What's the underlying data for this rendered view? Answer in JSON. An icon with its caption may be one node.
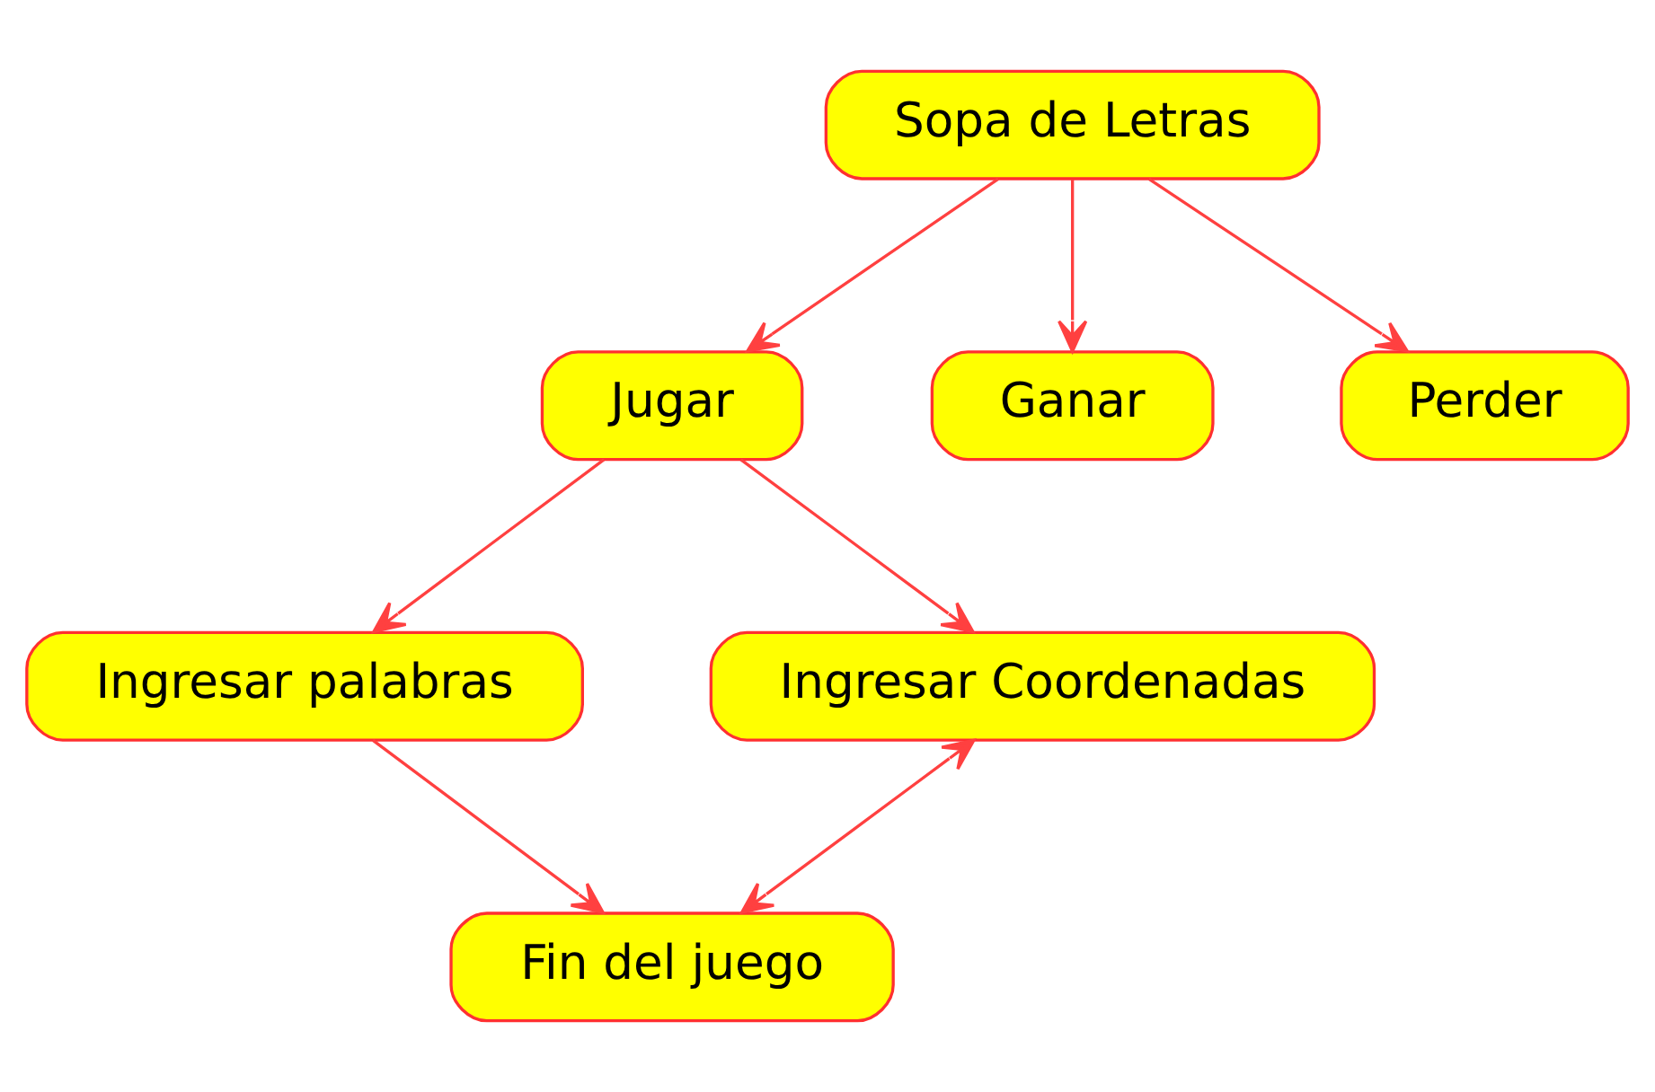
{
  "diagram": {
    "nodes": [
      {
        "text": [
          "Sopa de Letras"
        ]
      },
      {
        "text": [
          "Jugar"
        ]
      },
      {
        "text": [
          "Ganar"
        ]
      },
      {
        "text": [
          "Perder"
        ]
      },
      {
        "text": [
          "Ingresar palabras"
        ]
      },
      {
        "text": [
          "Ingresar Coordenadas"
        ]
      },
      {
        "text": [
          "Fin del juego"
        ]
      }
    ],
    "edges": [
      {
        "from": 0,
        "to": 1,
        "arrow": "to"
      },
      {
        "from": 0,
        "to": 2,
        "arrow": "to"
      },
      {
        "from": 0,
        "to": 3,
        "arrow": "to"
      },
      {
        "from": 1,
        "to": 4,
        "arrow": "to"
      },
      {
        "from": 1,
        "to": 5,
        "arrow": "to"
      },
      {
        "from": 4,
        "to": 6,
        "arrow": "to"
      },
      {
        "from": 5,
        "to": 6,
        "arrow": "both"
      }
    ]
  }
}
